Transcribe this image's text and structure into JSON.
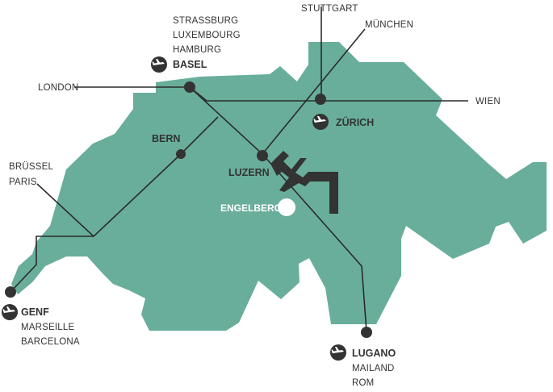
{
  "colors": {
    "country": "#68ae9b",
    "lines": "#2b2b2b",
    "labels": "#333333",
    "destination_marker": "#ffffff"
  },
  "labels": {
    "strassburg": "STRASSBURG",
    "luxembourg": "LUXEMBOURG",
    "hamburg": "HAMBURG",
    "basel": "BASEL",
    "stuttgart": "STUTTGART",
    "muenchen": "MÜNCHEN",
    "london": "LONDON",
    "wien": "WIEN",
    "zuerich": "ZÜRICH",
    "bern": "BERN",
    "luzern": "LUZERN",
    "engelberg": "ENGELBERG",
    "bruessel": "BRÜSSEL",
    "paris": "PARIS",
    "genf": "GENF",
    "marseille": "MARSEILLE",
    "barcelona": "BARCELONA",
    "lugano": "LUGANO",
    "mailand": "MAILAND",
    "rom": "ROM"
  },
  "icons": {
    "airport": "airplane-icon",
    "motorway": "motorway-junction-icon",
    "destination": "destination-marker"
  }
}
